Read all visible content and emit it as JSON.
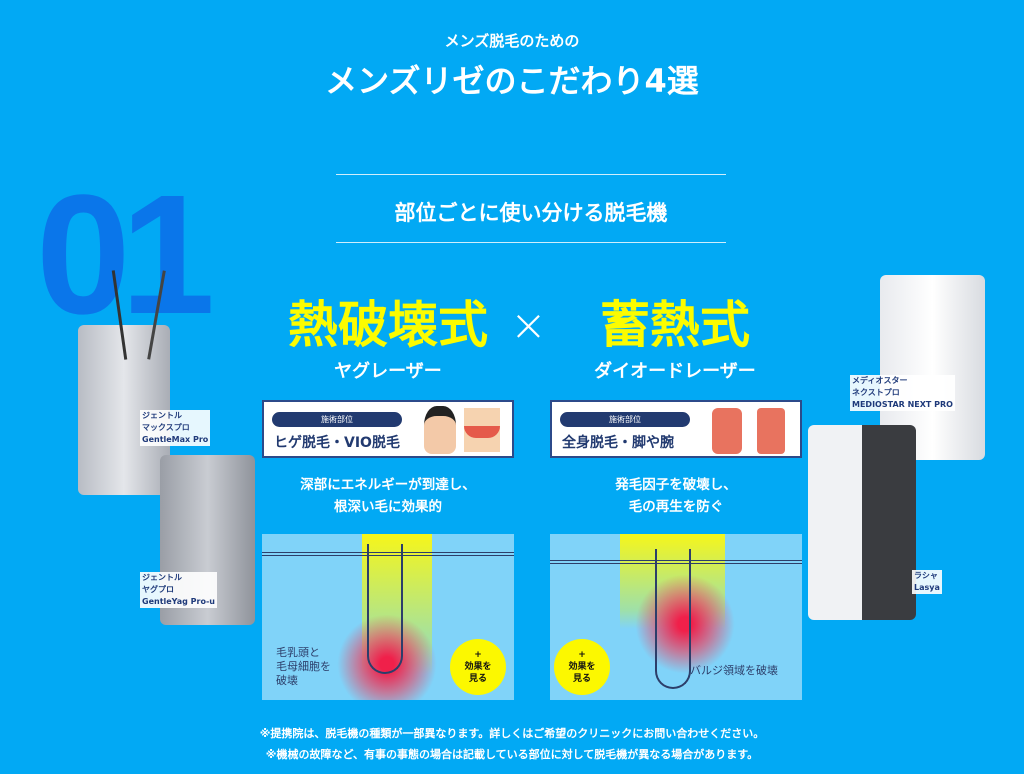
{
  "header": {
    "subtitle": "メンズ脱毛のための",
    "title": "メンズリゼのこだわり4選"
  },
  "section": {
    "number": "01",
    "heading": "部位ごとに使い分ける脱毛機"
  },
  "methods": [
    {
      "name": "熱破壊式",
      "type": "ヤグレーザー",
      "area_label": "施術部位",
      "area": "ヒゲ脱毛・VIO脱毛",
      "desc1": "深部にエネルギーが到達し、",
      "desc2": "根深い毛に効果的",
      "diagram_label": [
        "毛乳頭と",
        "毛母細胞を",
        "破壊"
      ],
      "button": [
        "+",
        "効果を",
        "見る"
      ]
    },
    {
      "name": "蓄熱式",
      "type": "ダイオードレーザー",
      "area_label": "施術部位",
      "area": "全身脱毛・脚や腕",
      "desc1": "発毛因子を破壊し、",
      "desc2": "毛の再生を防ぐ",
      "diagram_label": [
        "バルジ領域を破壊"
      ],
      "button": [
        "+",
        "効果を",
        "見る"
      ]
    }
  ],
  "times": "×",
  "machines": [
    {
      "ja1": "ジェントル",
      "ja2": "マックスプロ",
      "en": "GentleMax Pro"
    },
    {
      "ja1": "ジェントル",
      "ja2": "ヤグプロ",
      "en": "GentleYag Pro-u"
    },
    {
      "ja1": "メディオスター",
      "ja2": "ネクストプロ",
      "en": "MEDIOSTAR NEXT PRO"
    },
    {
      "ja1": "ラシャ",
      "ja2": "",
      "en": "Lasya"
    }
  ],
  "notes": [
    "※提携院は、脱毛機の種類が一部異なります。詳しくはご希望のクリニックにお問い合わせください。",
    "※機械の故障など、有事の事態の場合は記載している部位に対して脱毛機が異なる場合があります。"
  ]
}
